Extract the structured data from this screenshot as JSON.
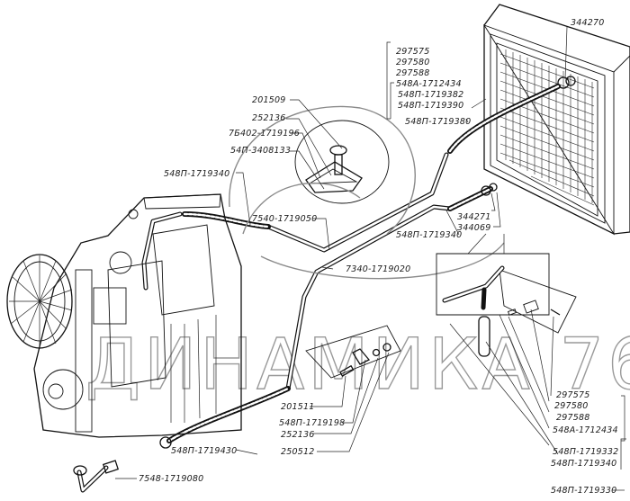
{
  "diagram": {
    "title": "Heater hoses and piping assembly",
    "watermark": "ДИНАМИКА 76",
    "components": [
      "engine",
      "radiator-heater",
      "piping",
      "valve-tap",
      "mounting-bracket",
      "handle"
    ]
  },
  "labels": {
    "radiator_group": [
      "297575",
      "297580",
      "297588",
      "548A-1712434",
      "548П-1719382",
      "548П-1719390",
      "548П-1719380"
    ],
    "radiator_fitting": "344270",
    "tap_group": [
      "201509",
      "252136",
      "7Б402-1719196",
      "54П-3408133"
    ],
    "hose_upper_left": "548П-1719340",
    "tube_upper": "7540-1719050",
    "tube_mid": "7340-1719020",
    "hose_right": "548П-1719340",
    "fittings_right": [
      "344271",
      "344069"
    ],
    "bracket_group": [
      "201511",
      "548П-1719198",
      "252136",
      "250512"
    ],
    "hose_lower": "548П-1719430",
    "elbow": "7548-1719080",
    "handle_group": [
      "297575",
      "297580",
      "297588",
      "548A-1712434",
      "548П-1719332",
      "548П-1719340",
      "548П-1719330"
    ]
  }
}
